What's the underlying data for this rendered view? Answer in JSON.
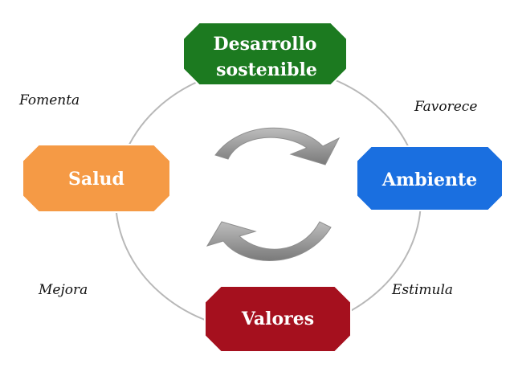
{
  "nodes": {
    "top": {
      "line1": "Desarrollo",
      "line2": "sostenible",
      "color": "#1c7a20"
    },
    "right": {
      "label": "Ambiente",
      "color": "#1a6fe0"
    },
    "bottom": {
      "label": "Valores",
      "color": "#a5101e"
    },
    "left": {
      "label": "Salud",
      "color": "#f59a45"
    }
  },
  "edges": {
    "top_right": "Favorece",
    "right_bottom": "Estimula",
    "bottom_left": "Mejora",
    "left_top": "Fomenta"
  },
  "colors": {
    "circle": "#b8b8b8",
    "arrow": "#8e8e8e"
  },
  "icons": [
    "curved-arrow-icon",
    "curved-arrow-icon"
  ]
}
